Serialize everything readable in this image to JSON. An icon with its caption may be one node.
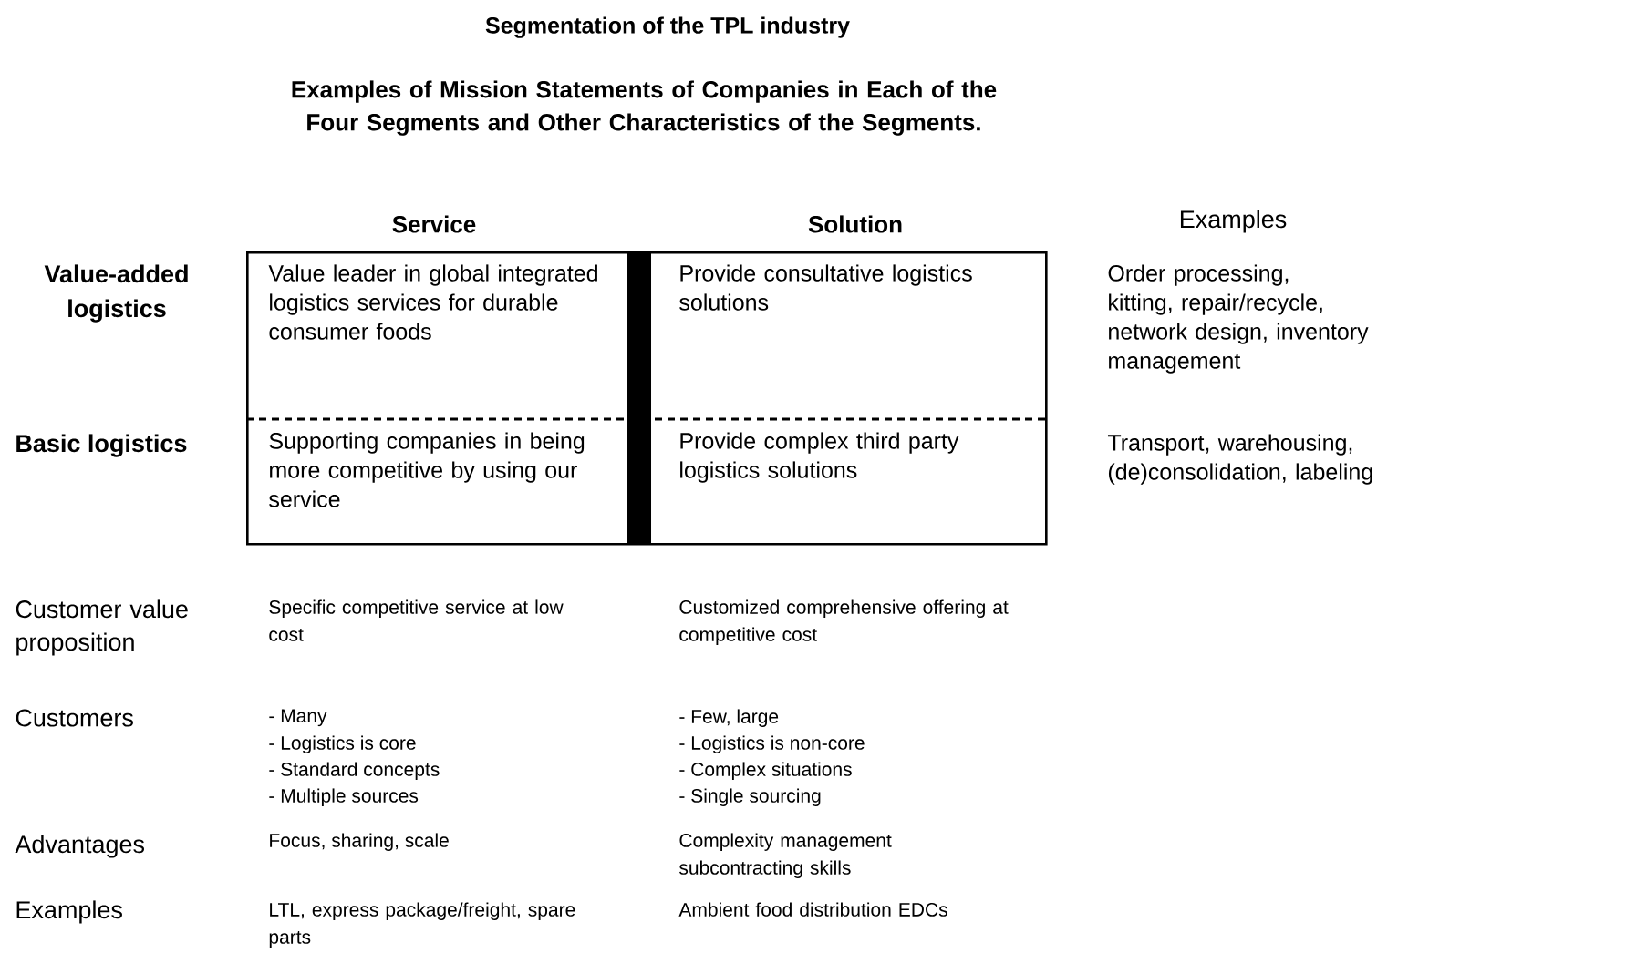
{
  "diagram": {
    "title": "Segmentation of the TPL industry",
    "nodes": [
      {
        "text": [],
        "shape": "box"
      },
      {
        "text": [
          "Value leader in global integrated logistics services for durable consumer foods"
        ],
        "in": 0
      },
      {
        "text": [
          "Provide consultative logistics solutions"
        ],
        "in": 0
      },
      {
        "text": [
          "Supporting companies in being more competitive by using our service"
        ],
        "in": 0
      },
      {
        "text": [
          "Provide complex third party logistics solutions"
        ],
        "in": 0
      }
    ],
    "labels": [
      "Examples of Mission Statements of Companies in Each of the Four Segments and Other Characteristics of the Segments.",
      "Service",
      "Solution",
      "Examples",
      "Value-added logistics",
      "Order processing, kitting, repair/recycle, network design, inventory management",
      "Basic logistics",
      "Transport, warehousing, (de)consolidation, labeling",
      "Customer value proposition",
      "Specific competitive service at low cost",
      "Customized comprehensive offering at competitive cost",
      "Customers",
      "- Many",
      "- Logistics is core",
      "- Standard concepts",
      "- Multiple sources",
      "- Few, large",
      "- Logistics is non-core",
      "- Complex situations",
      "- Single sourcing",
      "Advantages",
      "Focus, sharing, scale",
      "Complexity management subcontracting skills",
      "Examples",
      "LTL, express package/freight, spare parts",
      "Ambient food distribution EDCs"
    ]
  }
}
